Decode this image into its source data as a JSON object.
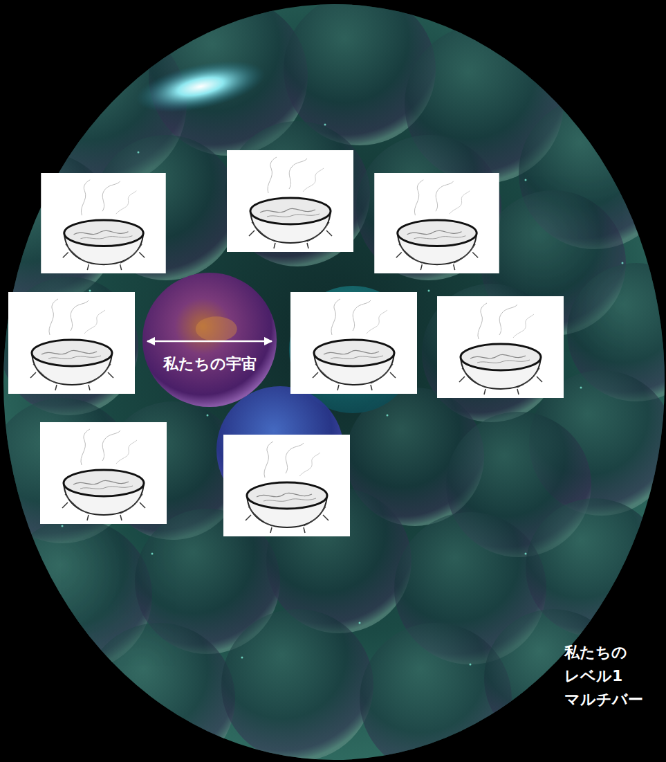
{
  "diagram": {
    "nodes": [
      {
        "text": [
          "私たちの レベル1 マルチバー"
        ]
      },
      {
        "text": [
          "私たちの宇宙"
        ],
        "in": 0
      }
    ]
  }
}
